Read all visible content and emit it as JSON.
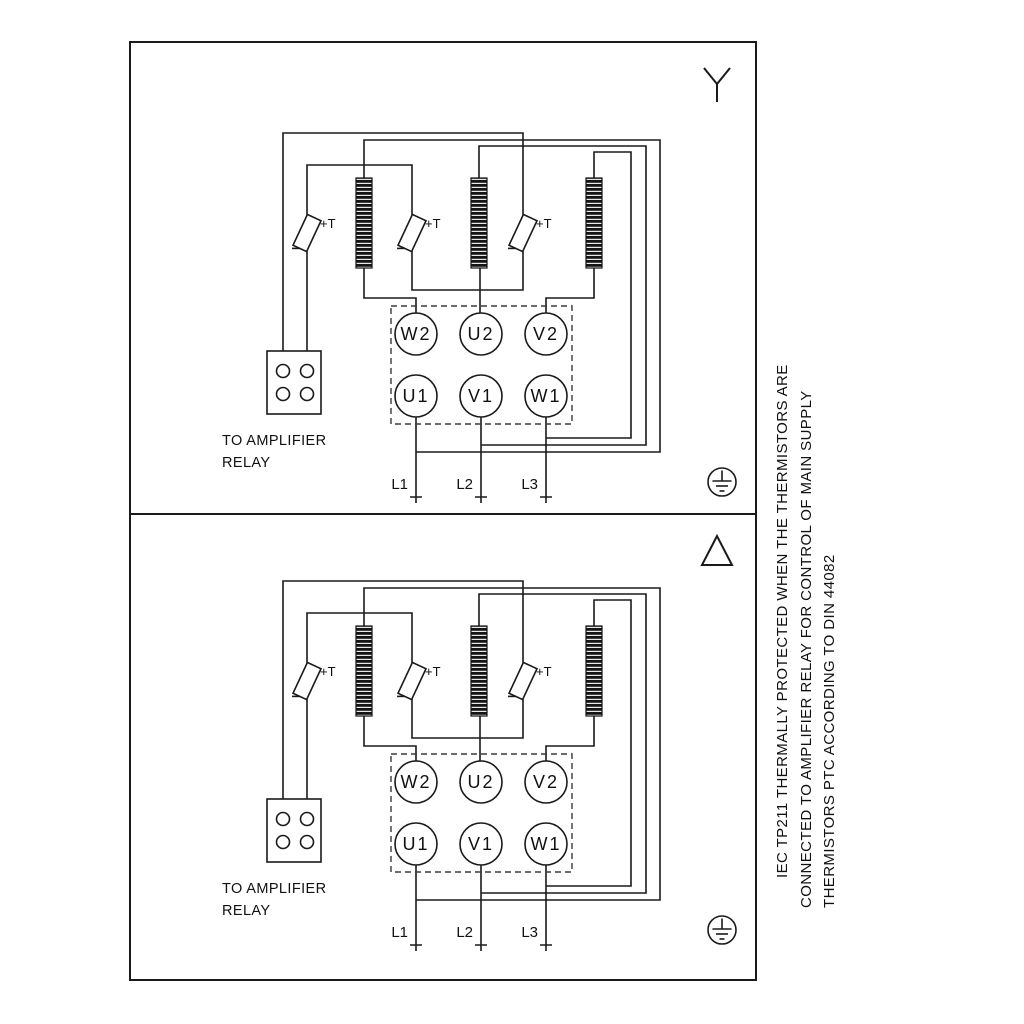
{
  "figure": {
    "notes": [
      "IEC TP211 THERMALLY PROTECTED WHEN THE THERMISTORS ARE",
      "CONNECTED TO AMPLIFIER RELAY FOR CONTROL OF MAIN SUPPLY",
      "THERMISTORS PTC ACCORDING TO DIN 44082"
    ]
  },
  "panels": [
    {
      "config_symbol": "star",
      "thermistor_label": "+T",
      "terminals_top": [
        "W2",
        "U2",
        "V2"
      ],
      "terminals_bottom": [
        "U1",
        "V1",
        "W1"
      ],
      "supply_labels": [
        "L1",
        "L2",
        "L3"
      ],
      "relay_caption": [
        "TO AMPLIFIER",
        "RELAY"
      ]
    },
    {
      "config_symbol": "delta",
      "thermistor_label": "+T",
      "terminals_top": [
        "W2",
        "U2",
        "V2"
      ],
      "terminals_bottom": [
        "U1",
        "V1",
        "W1"
      ],
      "supply_labels": [
        "L1",
        "L2",
        "L3"
      ],
      "relay_caption": [
        "TO AMPLIFIER",
        "RELAY"
      ]
    }
  ]
}
